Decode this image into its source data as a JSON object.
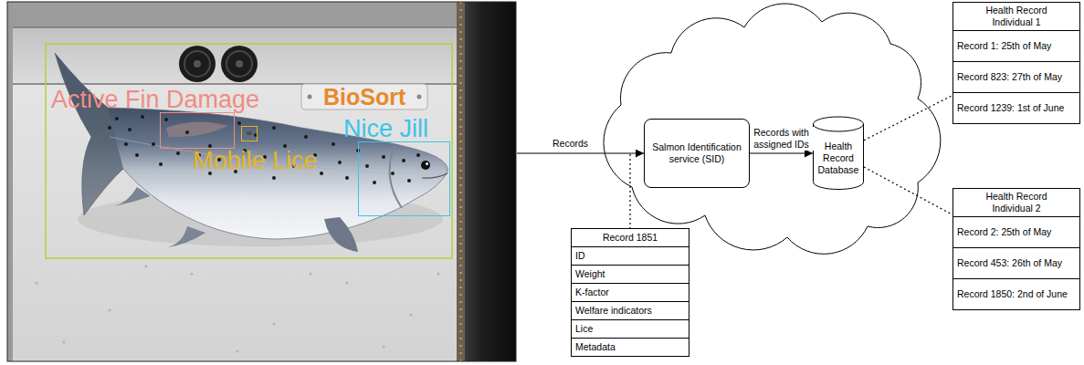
{
  "diagram": {
    "nodes": [
      {
        "text": [
          "Active Fin Damage"
        ]
      },
      {
        "text": [
          "Mobile Lice"
        ]
      },
      {
        "text": [
          "Nice Jill"
        ]
      },
      {
        "text": [
          "Salmon Identification service (SID)"
        ]
      },
      {
        "text": [
          "Health Record Database"
        ]
      },
      {
        "text": [
          "Health Record Individual 1",
          "Record 1: 25th of May",
          "Record 823: 27th of May",
          "Record 1239: 1st of June"
        ]
      },
      {
        "text": [
          "Health Record Individual 2",
          "Record 2: 25th of May",
          "Record 453: 26th of May",
          "Record 1850: 2nd of June"
        ]
      },
      {
        "text": [
          "Record 1851",
          "ID",
          "Weight",
          "K-factor",
          "Welfare indicators",
          "Lice",
          "Metadata"
        ]
      }
    ],
    "edges": [
      {
        "from": 3,
        "to": 4,
        "label": "Records with assigned IDs",
        "arrow": "to"
      },
      {
        "from": 4,
        "to": 5,
        "arrow": "none"
      },
      {
        "from": 4,
        "to": 6,
        "arrow": "none"
      }
    ],
    "labels": [
      "BioSort",
      "Records"
    ]
  }
}
